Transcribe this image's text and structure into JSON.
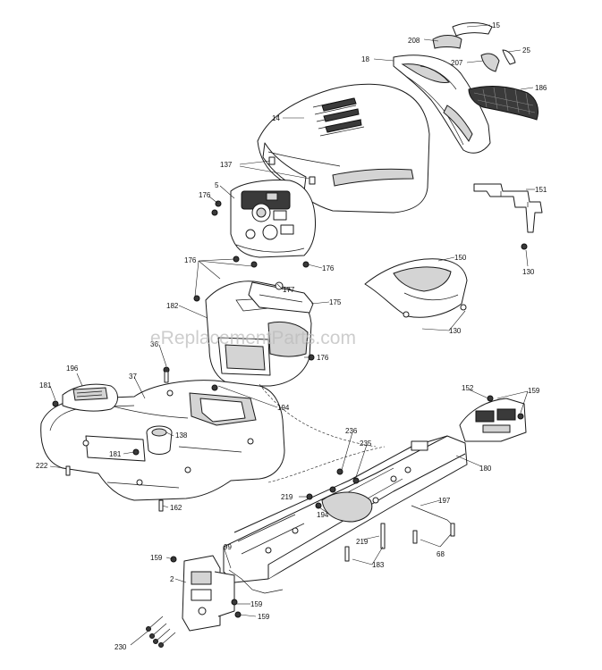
{
  "watermark": "eReplacementParts.com",
  "callouts": [
    {
      "id": "c15",
      "text": "15"
    },
    {
      "id": "c208",
      "text": "208"
    },
    {
      "id": "c25",
      "text": "25"
    },
    {
      "id": "c207",
      "text": "207"
    },
    {
      "id": "c18",
      "text": "18"
    },
    {
      "id": "c186",
      "text": "186"
    },
    {
      "id": "c14",
      "text": "14"
    },
    {
      "id": "c137",
      "text": "137"
    },
    {
      "id": "c5",
      "text": "5"
    },
    {
      "id": "c176a",
      "text": "176"
    },
    {
      "id": "c151",
      "text": "151"
    },
    {
      "id": "c176b",
      "text": "176"
    },
    {
      "id": "c130a",
      "text": "130"
    },
    {
      "id": "c150",
      "text": "150"
    },
    {
      "id": "c176c",
      "text": "176"
    },
    {
      "id": "c177",
      "text": "177"
    },
    {
      "id": "c175",
      "text": "175"
    },
    {
      "id": "c182",
      "text": "182"
    },
    {
      "id": "c130b",
      "text": "130"
    },
    {
      "id": "c36",
      "text": "36"
    },
    {
      "id": "c176d",
      "text": "176"
    },
    {
      "id": "c196",
      "text": "196"
    },
    {
      "id": "c37",
      "text": "37"
    },
    {
      "id": "c181a",
      "text": "181"
    },
    {
      "id": "c194a",
      "text": "194"
    },
    {
      "id": "c152",
      "text": "152"
    },
    {
      "id": "c159a",
      "text": "159"
    },
    {
      "id": "c138",
      "text": "138"
    },
    {
      "id": "c236",
      "text": "236"
    },
    {
      "id": "c235",
      "text": "235"
    },
    {
      "id": "c181b",
      "text": "181"
    },
    {
      "id": "c222",
      "text": "222"
    },
    {
      "id": "c180",
      "text": "180"
    },
    {
      "id": "c219a",
      "text": "219"
    },
    {
      "id": "c197",
      "text": "197"
    },
    {
      "id": "c162",
      "text": "162"
    },
    {
      "id": "c194b",
      "text": "194"
    },
    {
      "id": "c99",
      "text": "99"
    },
    {
      "id": "c219b",
      "text": "219"
    },
    {
      "id": "c68",
      "text": "68"
    },
    {
      "id": "c159b",
      "text": "159"
    },
    {
      "id": "c183",
      "text": "183"
    },
    {
      "id": "c2",
      "text": "2"
    },
    {
      "id": "c159c",
      "text": "159"
    },
    {
      "id": "c159d",
      "text": "159"
    },
    {
      "id": "c230",
      "text": "230"
    }
  ]
}
